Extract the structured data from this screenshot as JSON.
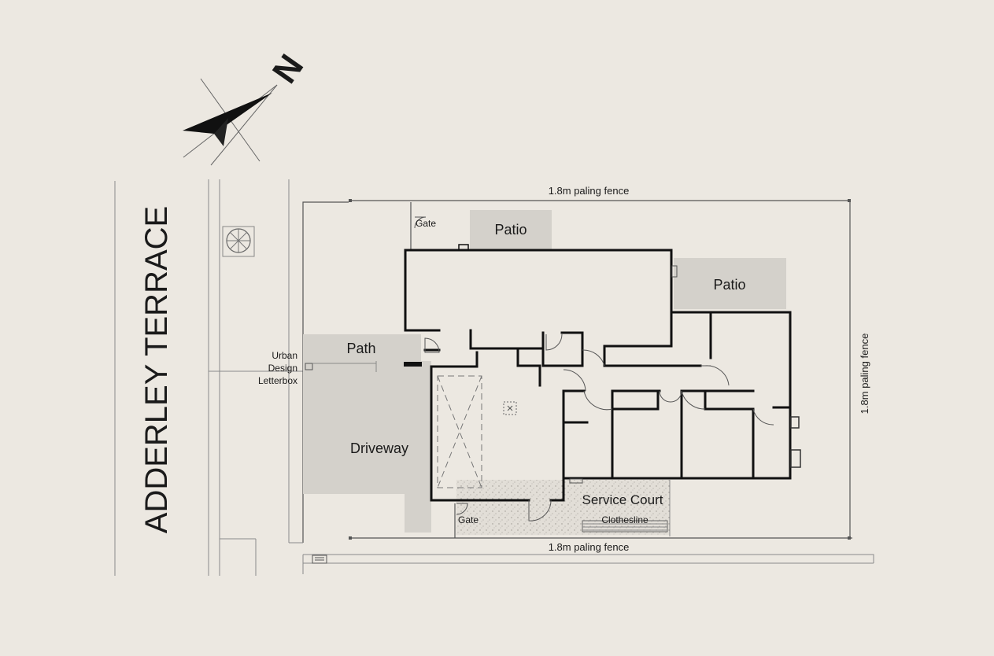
{
  "street": {
    "name": "ADDERLEY TERRACE"
  },
  "north_arrow": {
    "letter": "N"
  },
  "fences": {
    "top": "1.8m paling fence",
    "bottom": "1.8m paling fence",
    "right": "1.8m paling fence"
  },
  "zones": {
    "patio_top": "Patio",
    "patio_right": "Patio",
    "path": "Path",
    "driveway": "Driveway",
    "service_court": "Service Court",
    "clothesline": "Clothesline"
  },
  "gates": {
    "top": "Gate",
    "bottom": "Gate"
  },
  "letterbox": {
    "line1": "Urban",
    "line2": "Design",
    "line3": "Letterbox"
  },
  "colors": {
    "background": "#ece8e1",
    "zone_fill": "#d4d1cb",
    "wall": "#111111",
    "service_court_fill": "#e2ded7"
  }
}
